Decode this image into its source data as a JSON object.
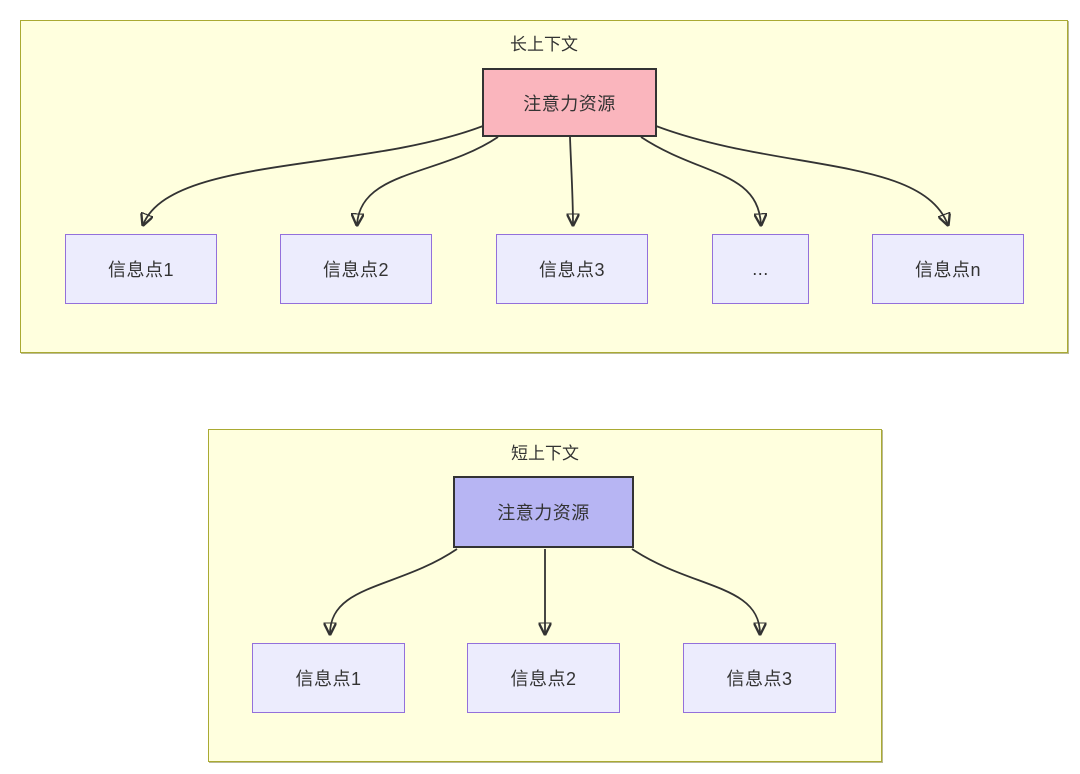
{
  "diagram": {
    "type": "flowchart-top-down",
    "sections": [
      {
        "title": "长上下文",
        "root": {
          "label": "注意力资源",
          "fill": "#fab5bd"
        },
        "children": [
          {
            "label": "信息点1"
          },
          {
            "label": "信息点2"
          },
          {
            "label": "信息点3"
          },
          {
            "label": "..."
          },
          {
            "label": "信息点n"
          }
        ]
      },
      {
        "title": "短上下文",
        "root": {
          "label": "注意力资源",
          "fill": "#b7b5f3"
        },
        "children": [
          {
            "label": "信息点1"
          },
          {
            "label": "信息点2"
          },
          {
            "label": "信息点3"
          }
        ]
      }
    ],
    "colors": {
      "container_fill": "#ffffde",
      "container_border": "#aaaa33",
      "leaf_fill": "#ececfd",
      "leaf_border": "#9370db",
      "root_border": "#333333",
      "arrow": "#333333",
      "text": "#333333",
      "page_background": "#ffffff"
    }
  }
}
